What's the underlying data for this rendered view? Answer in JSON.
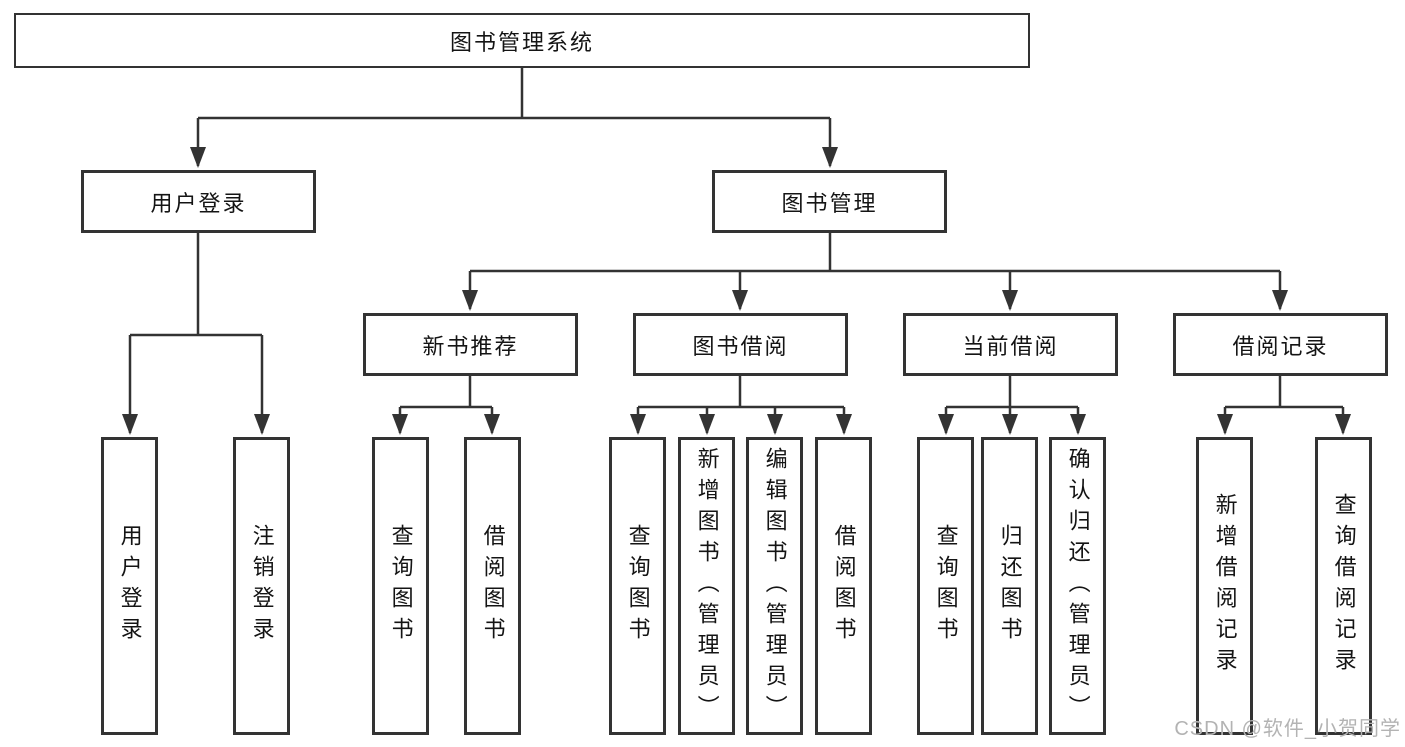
{
  "tree": {
    "label": "图书管理系统",
    "children": [
      {
        "label": "用户登录",
        "children": [
          {
            "label": "用户登录"
          },
          {
            "label": "注销登录"
          }
        ]
      },
      {
        "label": "图书管理",
        "children": [
          {
            "label": "新书推荐",
            "children": [
              {
                "label": "查询图书"
              },
              {
                "label": "借阅图书"
              }
            ]
          },
          {
            "label": "图书借阅",
            "children": [
              {
                "label": "查询图书"
              },
              {
                "label": "新增图书（管理员）"
              },
              {
                "label": "编辑图书（管理员）"
              },
              {
                "label": "借阅图书"
              }
            ]
          },
          {
            "label": "当前借阅",
            "children": [
              {
                "label": "查询图书"
              },
              {
                "label": "归还图书"
              },
              {
                "label": "确认归还（管理员）"
              }
            ]
          },
          {
            "label": "借阅记录",
            "children": [
              {
                "label": "新增借阅记录"
              },
              {
                "label": "查询借阅记录"
              }
            ]
          }
        ]
      }
    ]
  },
  "watermark": {
    "text": "CSDN @软件_小贺同学"
  },
  "palette": {
    "line_color": "#333333",
    "box_fill": "#ffffff",
    "text_color": "#141414",
    "watermark_color": "#b3b3b3"
  }
}
